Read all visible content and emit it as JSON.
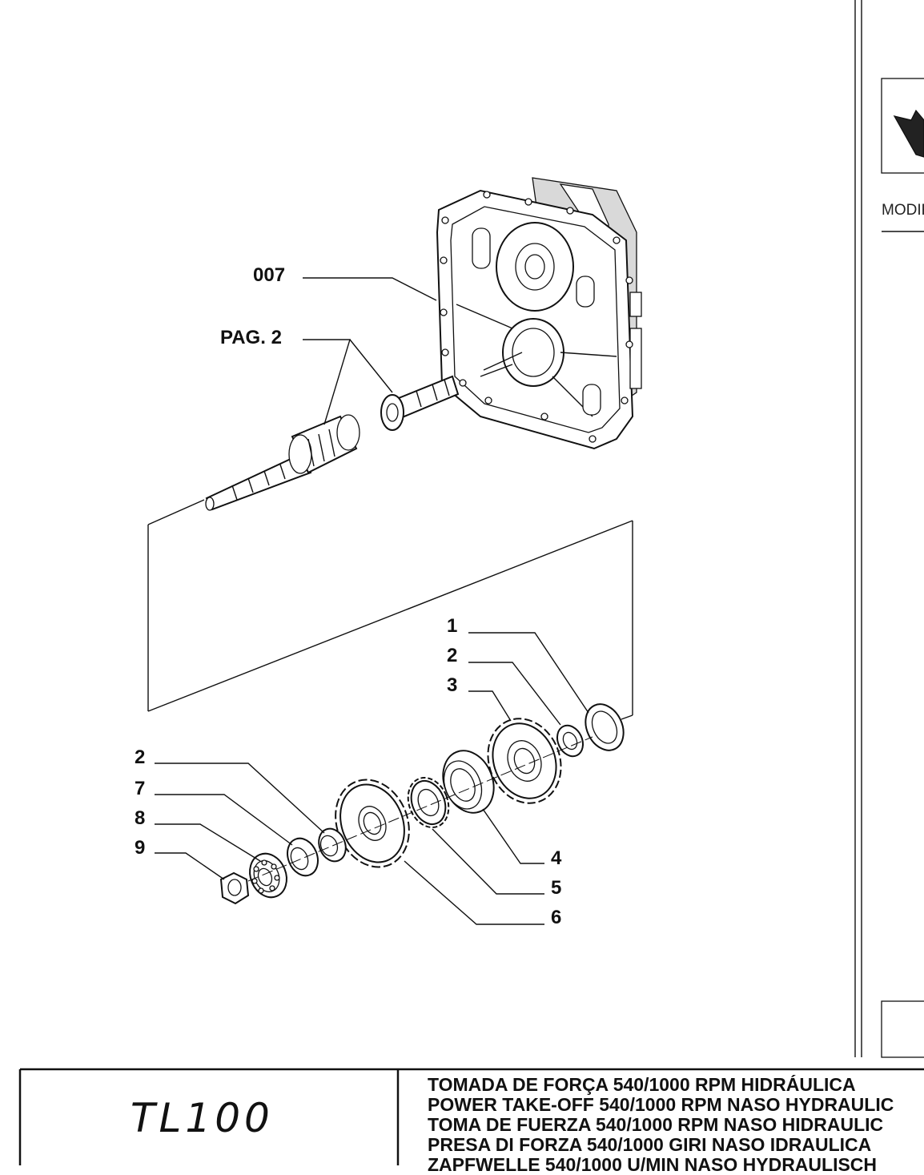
{
  "callouts": {
    "ref_007": "007",
    "ref_pag2": "PAG. 2",
    "p1": "1",
    "p2_top": "2",
    "p3": "3",
    "p2_left": "2",
    "p7": "7",
    "p8": "8",
    "p9": "9",
    "p4": "4",
    "p5": "5",
    "p6": "6"
  },
  "right_panel": {
    "label": "MODIF"
  },
  "footer": {
    "model": "TL100",
    "titles": [
      "TOMADA DE FORÇA 540/1000 RPM HIDRÁULICA",
      "POWER TAKE-OFF 540/1000 RPM NASO HYDRAULIC",
      "TOMA DE FUERZA 540/1000 RPM NASO HIDRAULIC",
      "PRESA DI FORZA 540/1000 GIRI NASO IDRAULICA",
      "ZAPFWELLE 540/1000 U/MIN NASO HYDRAULISCH"
    ]
  }
}
